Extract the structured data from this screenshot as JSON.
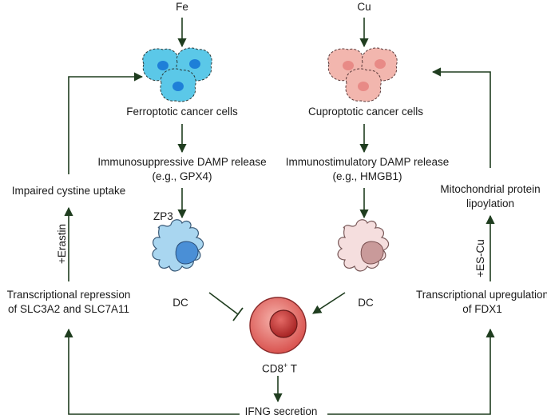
{
  "left": {
    "metal": "Fe",
    "cells_label": "Ferroptotic cancer cells",
    "damp_line1": "Immunosuppressive DAMP release",
    "damp_line2": "(e.g., GPX4)",
    "zp3": "ZP3",
    "dc": "DC",
    "uptake": "Impaired cystine uptake",
    "drug": "+Erastin",
    "repression_line1": "Transcriptional repression",
    "repression_line2": "of SLC3A2 and SLC7A11"
  },
  "right": {
    "metal": "Cu",
    "cells_label": "Cuproptotic cancer cells",
    "damp_line1": "Immunostimulatory DAMP release",
    "damp_line2": "(e.g., HMGB1)",
    "dc": "DC",
    "lipoylation_line1": "Mitochondrial protein",
    "lipoylation_line2": "lipoylation",
    "drug": "+ES-Cu",
    "upregulation_line1": "Transcriptional upregulation",
    "upregulation_line2": "of FDX1"
  },
  "center": {
    "tcell_label": "CD8",
    "tcell_sup": "+",
    "tcell_suffix": " T",
    "ifng": "IFNG secretion"
  },
  "colors": {
    "ferro_cell_fill": "#5bc8e8",
    "ferro_nucleus": "#1e7fd8",
    "cupro_cell_fill": "#f2b6ae",
    "cupro_nucleus": "#e88a86",
    "dc_left_fill": "#a9d6f0",
    "dc_left_nucleus": "#4a8fd6",
    "dc_right_fill": "#f5dede",
    "dc_right_nucleus": "#c99a9a",
    "tcell_outer": "#d9534f",
    "tcell_inner": "#b02a2a",
    "arrow": "#1f3d1f"
  }
}
